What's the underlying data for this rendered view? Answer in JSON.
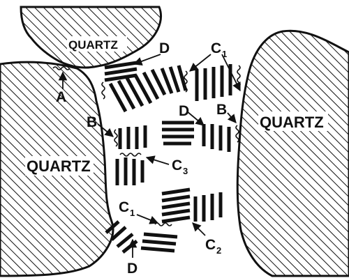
{
  "labels": {
    "quartz_top": "QUARTZ",
    "quartz_left": "QUARTZ",
    "quartz_right": "QUARTZ",
    "a": "A",
    "b": "B",
    "c": "C",
    "d": "D",
    "c1_sub": "1",
    "c2_sub": "2",
    "c3_sub": "3"
  },
  "colors": {
    "ink": "#111111",
    "background": "#ffffff"
  }
}
